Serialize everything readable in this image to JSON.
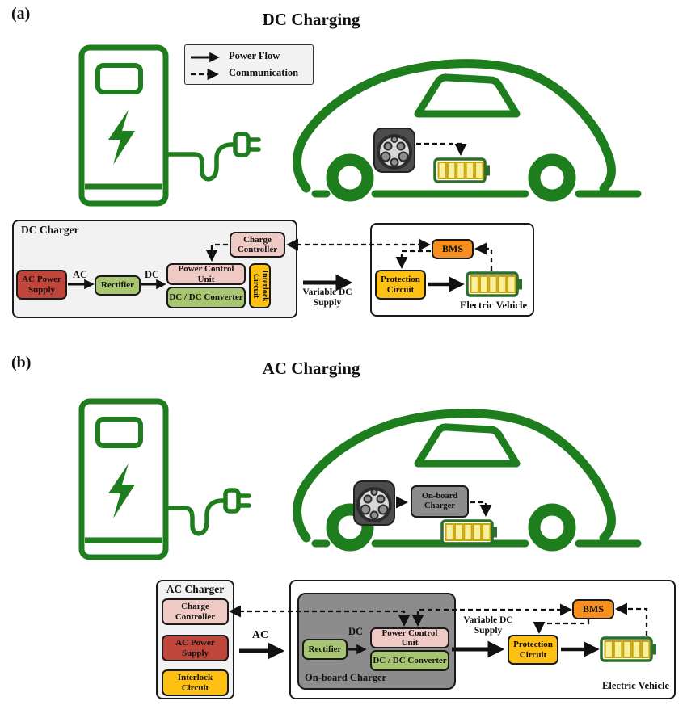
{
  "colors": {
    "green": "#1e7e1e",
    "red": "#c0453a",
    "green_block": "#a8c572",
    "pink": "#efc9c4",
    "yellow": "#fdc013",
    "orange": "#f78f1e",
    "gray": "#8c8c8c",
    "panel": "#f2f2f2",
    "white": "#ffffff",
    "battery_cell": "#f8f09a",
    "line": "#111111"
  },
  "legend": {
    "power_flow": "Power Flow",
    "communication": "Communication"
  },
  "a": {
    "tag": "(a)",
    "title": "DC Charging",
    "charger_panel": {
      "title": "DC Charger",
      "ac_power_supply": "AC Power Supply",
      "ac": "AC",
      "rectifier": "Rectifier",
      "dc": "DC",
      "power_control_unit": "Power Control Unit",
      "dc_dc_converter": "DC / DC Converter",
      "interlock_circuit": "Interlock Circuit",
      "charge_controller": "Charge Controller"
    },
    "variable_dc_supply": "Variable DC Supply",
    "ev_panel": {
      "title": "Electric Vehicle",
      "bms": "BMS",
      "protection_circuit": "Protection Circuit"
    }
  },
  "b": {
    "tag": "(b)",
    "title": "AC Charging",
    "car_onboard_charger": "On-board Charger",
    "charger_panel": {
      "title": "AC Charger",
      "charge_controller": "Charge Controller",
      "ac_power_supply": "AC Power Supply",
      "interlock_circuit": "Interlock Circuit"
    },
    "ac": "AC",
    "ev_panel": {
      "title": "Electric Vehicle",
      "onboard_charger": {
        "title": "On-board Charger",
        "rectifier": "Rectifier",
        "dc": "DC",
        "power_control_unit": "Power Control Unit",
        "dc_dc_converter": "DC / DC Converter"
      },
      "variable_dc_supply": "Variable DC Supply",
      "protection_circuit": "Protection Circuit",
      "bms": "BMS"
    }
  }
}
